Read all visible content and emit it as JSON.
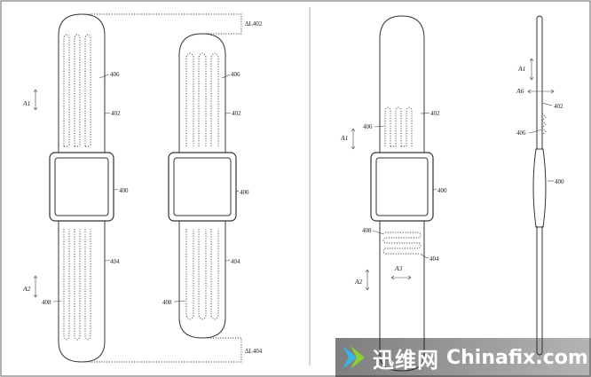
{
  "figure": {
    "labels": {
      "r406": "406",
      "r402": "402",
      "r400": "400",
      "r404": "404",
      "r408": "408",
      "dl402": "ΔL402",
      "dl404": "ΔL404"
    },
    "axes": {
      "a1": "A1",
      "a2": "A2",
      "a3": "A3",
      "a6": "A6"
    },
    "colors": {
      "line": "#333333",
      "border": "#666666"
    }
  },
  "watermark": {
    "chinese_text": "迅维网",
    "english_text": "Chinafix.com",
    "logo_icon": "arrow-logo-icon"
  }
}
